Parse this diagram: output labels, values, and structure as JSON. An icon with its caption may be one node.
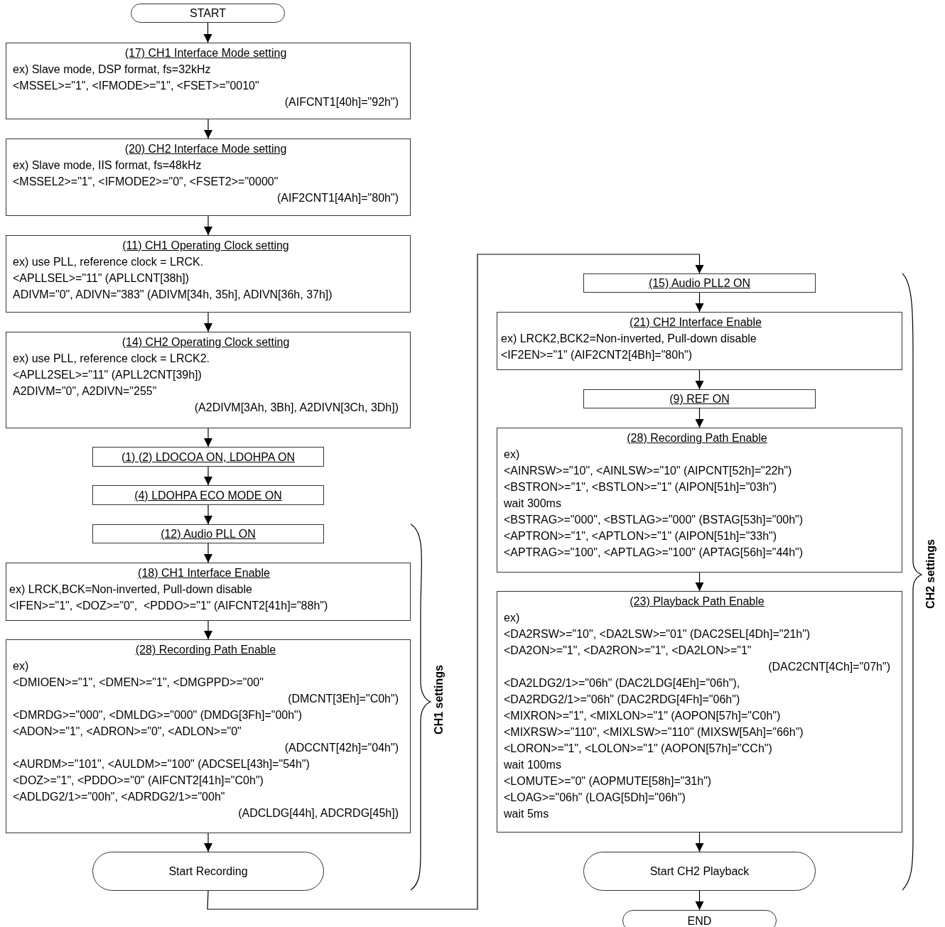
{
  "diagram": {
    "nodes": [
      {
        "text": [
          "START"
        ]
      },
      {
        "text": [
          "(17) CH1 Interface Mode setting",
          "ex) Slave mode, DSP format, fs=32kHz",
          "<MSSEL>=\"1\", <IFMODE>=\"1\", <FSET>=\"0010\"",
          "(AIFCNT1[40h]=\"92h\")"
        ]
      },
      {
        "text": [
          "(20) CH2 Interface Mode setting",
          "ex) Slave mode, IIS format, fs=48kHz",
          "<MSSEL2>=\"1\", <IFMODE2>=\"0\", <FSET2>=\"0000\"",
          "(AIF2CNT1[4Ah]=\"80h\")"
        ]
      },
      {
        "text": [
          "(11) CH1 Operating Clock setting",
          "ex) use PLL, reference clock = LRCK.",
          "<APLLSEL>=\"11\" (APLLCNT[38h])",
          "ADIVM=\"0\", ADIVN=\"383\" (ADIVM[34h, 35h], ADIVN[36h, 37h])"
        ]
      },
      {
        "text": [
          "(14) CH2 Operating Clock setting",
          "ex) use PLL, reference clock = LRCK2.",
          "<APLL2SEL>=\"11\" (APLL2CNT[39h])",
          "A2DIVM=\"0\", A2DIVN=\"255\"",
          "(A2DIVM[3Ah, 3Bh], A2DIVN[3Ch, 3Dh])"
        ]
      },
      {
        "text": [
          "(1) (2) LDOCOA ON, LDOHPA ON"
        ]
      },
      {
        "text": [
          "(4) LDOHPA ECO MODE ON"
        ]
      },
      {
        "text": [
          "(12) Audio PLL ON"
        ]
      },
      {
        "text": [
          "(18) CH1 Interface Enable",
          "ex) LRCK,BCK=Non-inverted, Pull-down disable",
          "<IFEN>=\"1\", <DOZ>=\"0\",  <PDDO>=\"1\" (AIFCNT2[41h]=\"88h\")"
        ]
      },
      {
        "text": [
          "(28) Recording Path Enable",
          "ex)",
          "<DMIOEN>=\"1\", <DMEN>=\"1\", <DMGPPD>=\"00\"",
          "(DMCNT[3Eh]=\"C0h\")",
          "<DMRDG>=\"000\", <DMLDG>=\"000\" (DMDG[3Fh]=\"00h\")",
          "<ADON>=\"1\", <ADRON>=\"0\", <ADLON>=\"0\"",
          "(ADCCNT[42h]=\"04h\")",
          "<AURDM>=\"101\", <AULDM>=\"100\" (ADCSEL[43h]=\"54h\")",
          "<DOZ>=\"1\", <PDDO>=\"0\" (AIFCNT2[41h]=\"C0h\")",
          "<ADLDG2/1>=\"00h\", <ADRDG2/1>=\"00h\"",
          "(ADCLDG[44h], ADCRDG[45h])"
        ]
      },
      {
        "text": [
          "Start Recording"
        ]
      },
      {
        "text": [
          "(15) Audio PLL2 ON"
        ]
      },
      {
        "text": [
          "(21) CH2 Interface Enable",
          "ex) LRCK2,BCK2=Non-inverted, Pull-down disable",
          "<IF2EN>=\"1\" (AIF2CNT2[4Bh]=\"80h\")"
        ]
      },
      {
        "text": [
          "(9) REF ON"
        ]
      },
      {
        "text": [
          "(28) Recording Path Enable",
          "ex)",
          "<AINRSW>=\"10\", <AINLSW>=\"10\" (AIPCNT[52h]=\"22h\")",
          "<BSTRON>=\"1\", <BSTLON>=\"1\" (AIPON[51h]=\"03h\")",
          "wait 300ms",
          "<BSTRAG>=\"000\", <BSTLAG>=\"000\" (BSTAG[53h]=\"00h\")",
          "<APTRON>=\"1\", <APTLON>=\"1\" (AIPON[51h]=\"33h\")",
          "<APTRAG>=\"100\", <APTLAG>=\"100\" (APTAG[56h]=\"44h\")"
        ]
      },
      {
        "text": [
          "(23) Playback Path Enable",
          "ex)",
          "<DA2RSW>=\"10\", <DA2LSW>=\"01\" (DAC2SEL[4Dh]=\"21h\")",
          "<DA2ON>=\"1\", <DA2RON>=\"1\", <DA2LON>=\"1\"",
          "(DAC2CNT[4Ch]=\"07h\")",
          "<DA2LDG2/1>=\"06h\" (DAC2LDG[4Eh]=\"06h\"),",
          "<DA2RDG2/1>=\"06h\" (DAC2RDG[4Fh]=\"06h\")",
          "<MIXRON>=\"1\", <MIXLON>=\"1\" (AOPON[57h]=\"C0h\")",
          "<MIXRSW>=\"110\", <MIXLSW>=\"110\" (MIXSW[5Ah]=\"66h\")",
          "<LORON>=\"1\", <LOLON>=\"1\" (AOPON[57h]=\"CCh\")",
          "wait 100ms",
          "<LOMUTE>=\"0\" (AOPMUTE[58h]=\"31h\")",
          "<LOAG>=\"06h\" (LOAG[5Dh]=\"06h\")",
          "wait 5ms"
        ]
      },
      {
        "text": [
          "Start CH2 Playback"
        ]
      },
      {
        "text": [
          "END"
        ]
      }
    ],
    "edges": [
      {
        "from": 0,
        "to": 1,
        "arrow": "to"
      },
      {
        "from": 1,
        "to": 2,
        "arrow": "to"
      },
      {
        "from": 2,
        "to": 3,
        "arrow": "to"
      },
      {
        "from": 3,
        "to": 4,
        "arrow": "to"
      },
      {
        "from": 4,
        "to": 5,
        "arrow": "to"
      },
      {
        "from": 5,
        "to": 6,
        "arrow": "to"
      },
      {
        "from": 6,
        "to": 7,
        "arrow": "to"
      },
      {
        "from": 7,
        "to": 8,
        "arrow": "to"
      },
      {
        "from": 8,
        "to": 9,
        "arrow": "to"
      },
      {
        "from": 9,
        "to": 10,
        "arrow": "to"
      },
      {
        "from": 10,
        "to": 11,
        "arrow": "to"
      },
      {
        "from": 11,
        "to": 12,
        "arrow": "to"
      },
      {
        "from": 12,
        "to": 13,
        "arrow": "to"
      },
      {
        "from": 13,
        "to": 14,
        "arrow": "to"
      },
      {
        "from": 14,
        "to": 15,
        "arrow": "to"
      },
      {
        "from": 15,
        "to": 16,
        "arrow": "to"
      },
      {
        "from": 16,
        "to": 17,
        "arrow": "to"
      }
    ],
    "labels": [
      "CH1 settings",
      "CH2 settings"
    ]
  }
}
